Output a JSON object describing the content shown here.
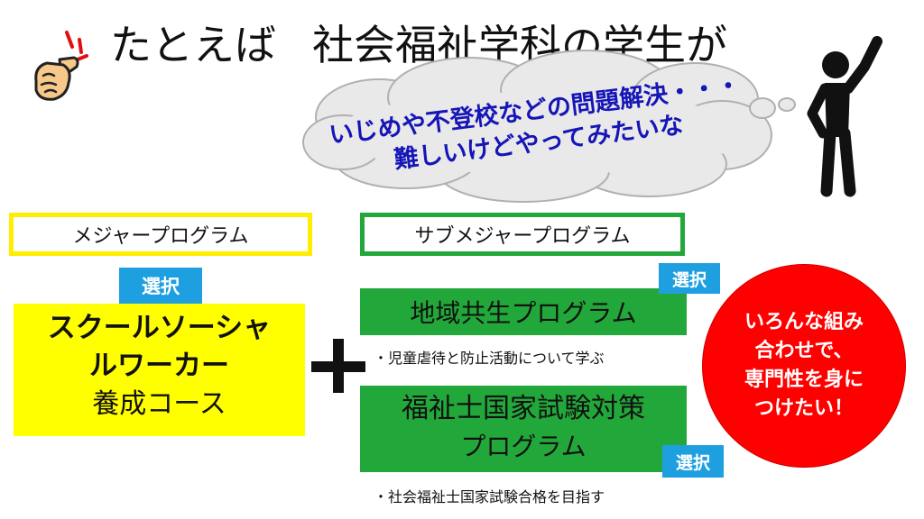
{
  "title": {
    "part1": "たとえば",
    "part2": "社会福祉学科の学生が"
  },
  "thought": {
    "line1": "いじめや不登校などの問題解決・・・",
    "line2": "難しいけどやってみたいな"
  },
  "major": {
    "label": "メジャープログラム",
    "select_tag": "選択",
    "course_line1": "スクールソーシャ",
    "course_line2": "ルワーカー",
    "course_line3": "養成コース"
  },
  "sub_major": {
    "label": "サブメジャープログラム",
    "program1": {
      "name": "地域共生プログラム",
      "select_tag": "選択",
      "note": "・児童虐待と防止活動について学ぶ"
    },
    "program2": {
      "name_line1": "福祉士国家試験対策",
      "name_line2": "プログラム",
      "select_tag": "選択",
      "note": "・社会福祉士国家試験合格を目指す"
    }
  },
  "circle": {
    "line1": "いろんな組み",
    "line2": "合わせで、",
    "line3": "専門性を身に",
    "line4": "つけたい！"
  },
  "colors": {
    "major_border": "#ffee00",
    "course_fill": "#ffff00",
    "sub_border": "#22a83a",
    "program_fill": "#22a83a",
    "tag_fill": "#1e9fe0",
    "circle_fill": "#ff0000",
    "thought_text": "#1515b8"
  },
  "icons": [
    "pointing-hand-icon",
    "thought-cloud-icon",
    "person-raising-arm-icon",
    "plus-icon"
  ]
}
